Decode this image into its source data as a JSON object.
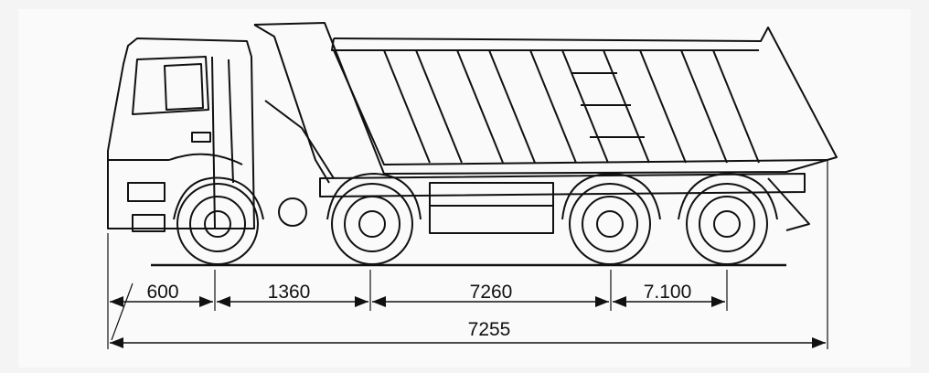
{
  "drawing": {
    "subject": "dump-truck-side-view",
    "dimensions": {
      "front_overhang": "600",
      "wheelbase_1": "1360",
      "wheelbase_2": "7260",
      "wheelbase_3": "7.100",
      "overall_length": "7255"
    },
    "line_color": "#111111",
    "background": "#fafafa"
  }
}
